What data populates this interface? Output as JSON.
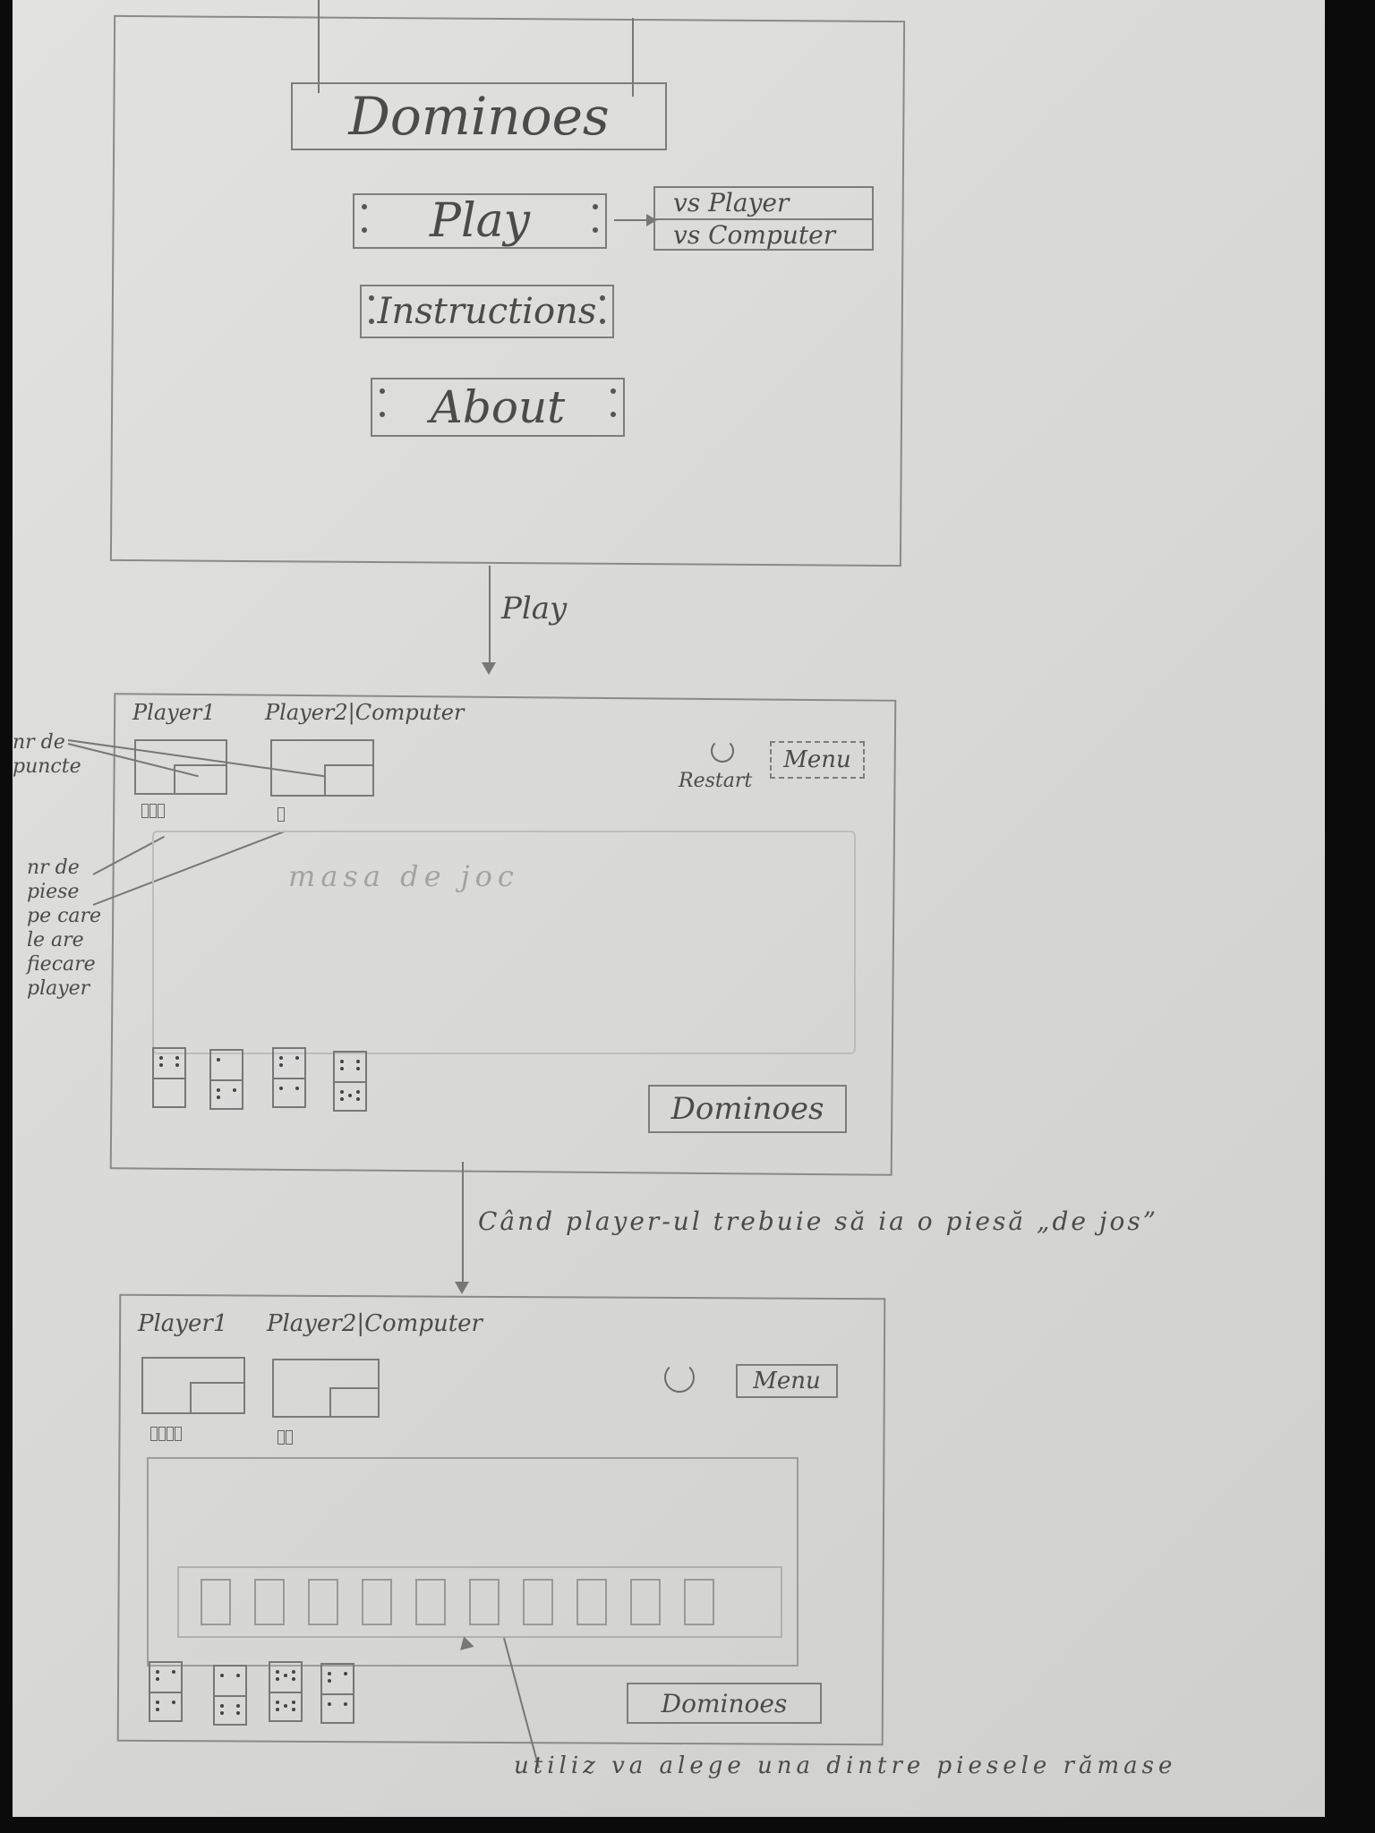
{
  "screen1": {
    "title": "Dominoes",
    "play_label": "Play",
    "play_options": [
      "vs Player",
      "vs Computer"
    ],
    "instructions_label": "Instructions",
    "about_label": "About"
  },
  "transition1": {
    "label": "Play"
  },
  "screen2": {
    "player1_label": "Player1",
    "player2_label": "Player2|Computer",
    "restart_label": "Restart",
    "menu_label": "Menu",
    "table_label": "masa de joc",
    "footer_label": "Dominoes",
    "annotation_points": "nr de puncte",
    "annotation_pieces": "nr de piese pe care le are fiecare player"
  },
  "transition2": {
    "label": "Când player-ul trebuie să ia o piesă „de jos”"
  },
  "screen3": {
    "player1_label": "Player1",
    "player2_label": "Player2|Computer",
    "menu_label": "Menu",
    "footer_label": "Dominoes",
    "annotation_pick": "utiliz va alege una dintre piesele rămase",
    "remaining_slots": 10
  },
  "icons": {
    "restart": "restart-icon",
    "arrow": "arrow-icon",
    "domino": "domino-icon",
    "pieces_count": "pieces-count-icon"
  }
}
